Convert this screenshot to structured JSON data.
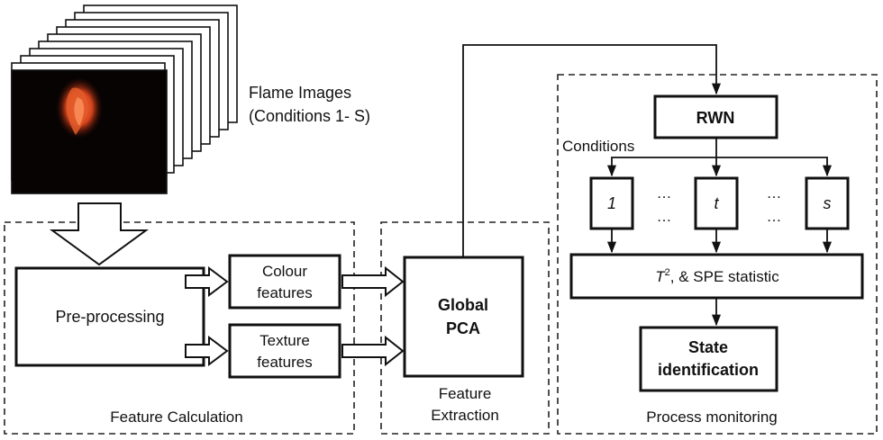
{
  "flame_images": {
    "line1": "Flame Images",
    "line2": "(Conditions 1- S)"
  },
  "feature_calculation": {
    "pre_processing": "Pre-processing",
    "colour_features": {
      "line1": "Colour",
      "line2": "features"
    },
    "texture_features": {
      "line1": "Texture",
      "line2": "features"
    },
    "section_label": "Feature Calculation"
  },
  "feature_extraction": {
    "global_pca": {
      "line1": "Global",
      "line2": "PCA"
    },
    "section_label": {
      "line1": "Feature",
      "line2": "Extraction"
    }
  },
  "process_monitoring": {
    "rwn": "RWN",
    "conditions_label": "Conditions",
    "condition_boxes": [
      "1",
      "t",
      "s"
    ],
    "ellipsis": "…",
    "statistic": {
      "symbol": "T",
      "superscript": "2",
      "rest": ", & SPE statistic"
    },
    "state_identification": {
      "line1": "State",
      "line2": "identification"
    },
    "section_label": "Process monitoring"
  }
}
